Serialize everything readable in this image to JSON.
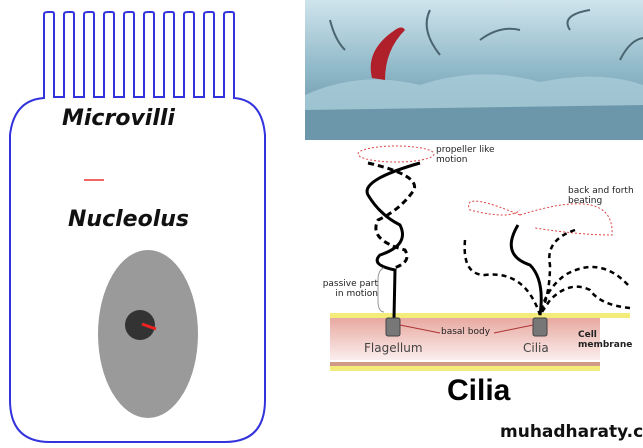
{
  "left_diagram": {
    "microvilli_label": "Microvilli",
    "nucleolus_label": "Nucleolus"
  },
  "right_diagram": {
    "propeller_label": "propeller like motion",
    "back_forth_label": "back and forth beating",
    "passive_label": "passive part in motion",
    "basal_body_label": "basal body",
    "flagellum_label": "Flagellum",
    "cilia_small_label": "Cilia",
    "cell_membrane_label": "Cell membrane"
  },
  "title": "Cilia",
  "watermark": "muhadharaty.com"
}
